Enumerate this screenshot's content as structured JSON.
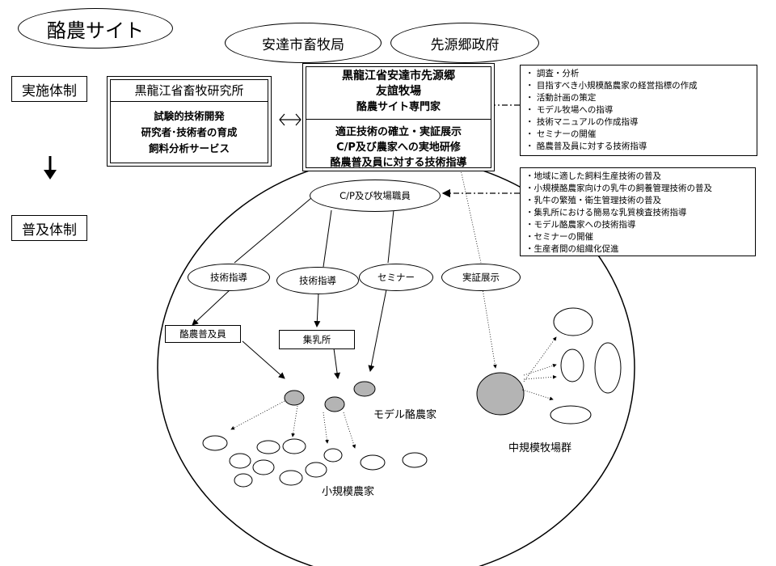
{
  "site_title": "酪農サイト",
  "top_orgs": [
    "安達市畜牧局",
    "先源郷政府"
  ],
  "left_labels": {
    "implementation": "実施体制",
    "extension": "普及体制"
  },
  "institute": {
    "title": "黒龍江省畜牧研究所",
    "lines": [
      "試験的技術開発",
      "研究者･技術者の育成",
      "飼料分析サービス"
    ]
  },
  "farm": {
    "title_lines": [
      "黒龍江省安達市先源郷",
      "友誼牧場"
    ],
    "expert": "酪農サイト専門家",
    "activities": [
      "適正技術の確立・実証展示",
      "C/P及び農家への実地研修",
      "酪農普及員に対する技術指導"
    ]
  },
  "expert_tasks": [
    "・ 調査・分析",
    "・ 目指すべき小規模酪農家の経営指標の作成",
    "・ 活動計画の策定",
    "・ モデル牧場への指導",
    "・ 技術マニュアルの作成指導",
    "・ セミナーの開催",
    "・ 酪農普及員に対する技術指導"
  ],
  "cp_tasks": [
    "・地域に適した飼料生産技術の普及",
    "・小規模酪農家向けの乳牛の飼養管理技術の普及",
    "・乳牛の繁殖・衛生管理技術の普及",
    "・集乳所における簡易な乳質検査技術指導",
    "・モデル酪農家への技術指導",
    "・セミナーの開催",
    "・生産者間の組織化促進"
  ],
  "cp_staff": "C/P及び牧場職員",
  "methods": [
    "技術指導",
    "技術指導",
    "セミナー",
    "実証展示"
  ],
  "targets": {
    "extension_worker": "酪農普及員",
    "collection_center": "集乳所"
  },
  "groups": {
    "model": "モデル酪農家",
    "small": "小規模農家",
    "medium": "中規模牧場群"
  },
  "colors": {
    "line": "#000000",
    "fill_gray": "#b4b4b4",
    "background": "#ffffff"
  }
}
